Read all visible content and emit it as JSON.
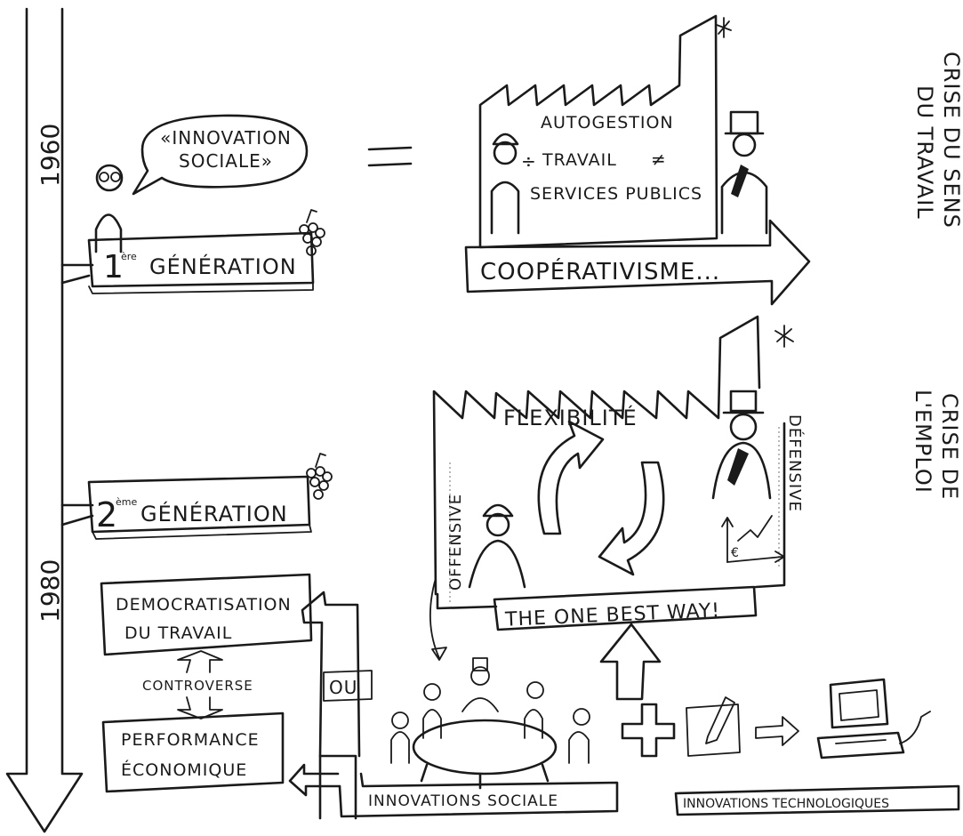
{
  "timeline": {
    "year_1960": "1960",
    "year_1980": "1980"
  },
  "generation1": {
    "speech": [
      "«INNOVATION",
      "SOCIALE»"
    ],
    "equals": "=",
    "label_num": "1",
    "label_sup": "ère",
    "label_text": "GÉNÉRATION",
    "factory_items": [
      "AUTOGESTION",
      "TRAVAIL",
      "SERVICES PUBLICS"
    ],
    "arrow_label": "COOPÉRATIVISME..."
  },
  "side_labels": {
    "crise_sens": [
      "CRISE DU SENS",
      "DU TRAVAIL"
    ],
    "crise_emploi": [
      "CRISE DE",
      "L'EMPLOI"
    ]
  },
  "generation2": {
    "label_num": "2",
    "label_sup": "ème",
    "label_text": "GÉNÉRATION",
    "flexibilite": "FLEXIBILITÉ",
    "offensive": "OFFENSIVE",
    "defensive": "DÉFENSIVE",
    "one_best_way": "THE ONE BEST WAY!"
  },
  "left_boxes": {
    "democratisation": [
      "DEMOCRATISATION",
      "DU TRAVAIL"
    ],
    "controverse": "CONTROVERSE",
    "ou": "OU",
    "performance": [
      "PERFORMANCE",
      "ÉCONOMIQUE"
    ]
  },
  "bottom": {
    "innovations_sociale": "INNOVATIONS SOCIALE",
    "plus": "+",
    "innovations_techno": "INNOVATIONS TECHNOLOGIQUES"
  },
  "colors": {
    "ink": "#1a1a1a",
    "paper": "#ffffff"
  }
}
